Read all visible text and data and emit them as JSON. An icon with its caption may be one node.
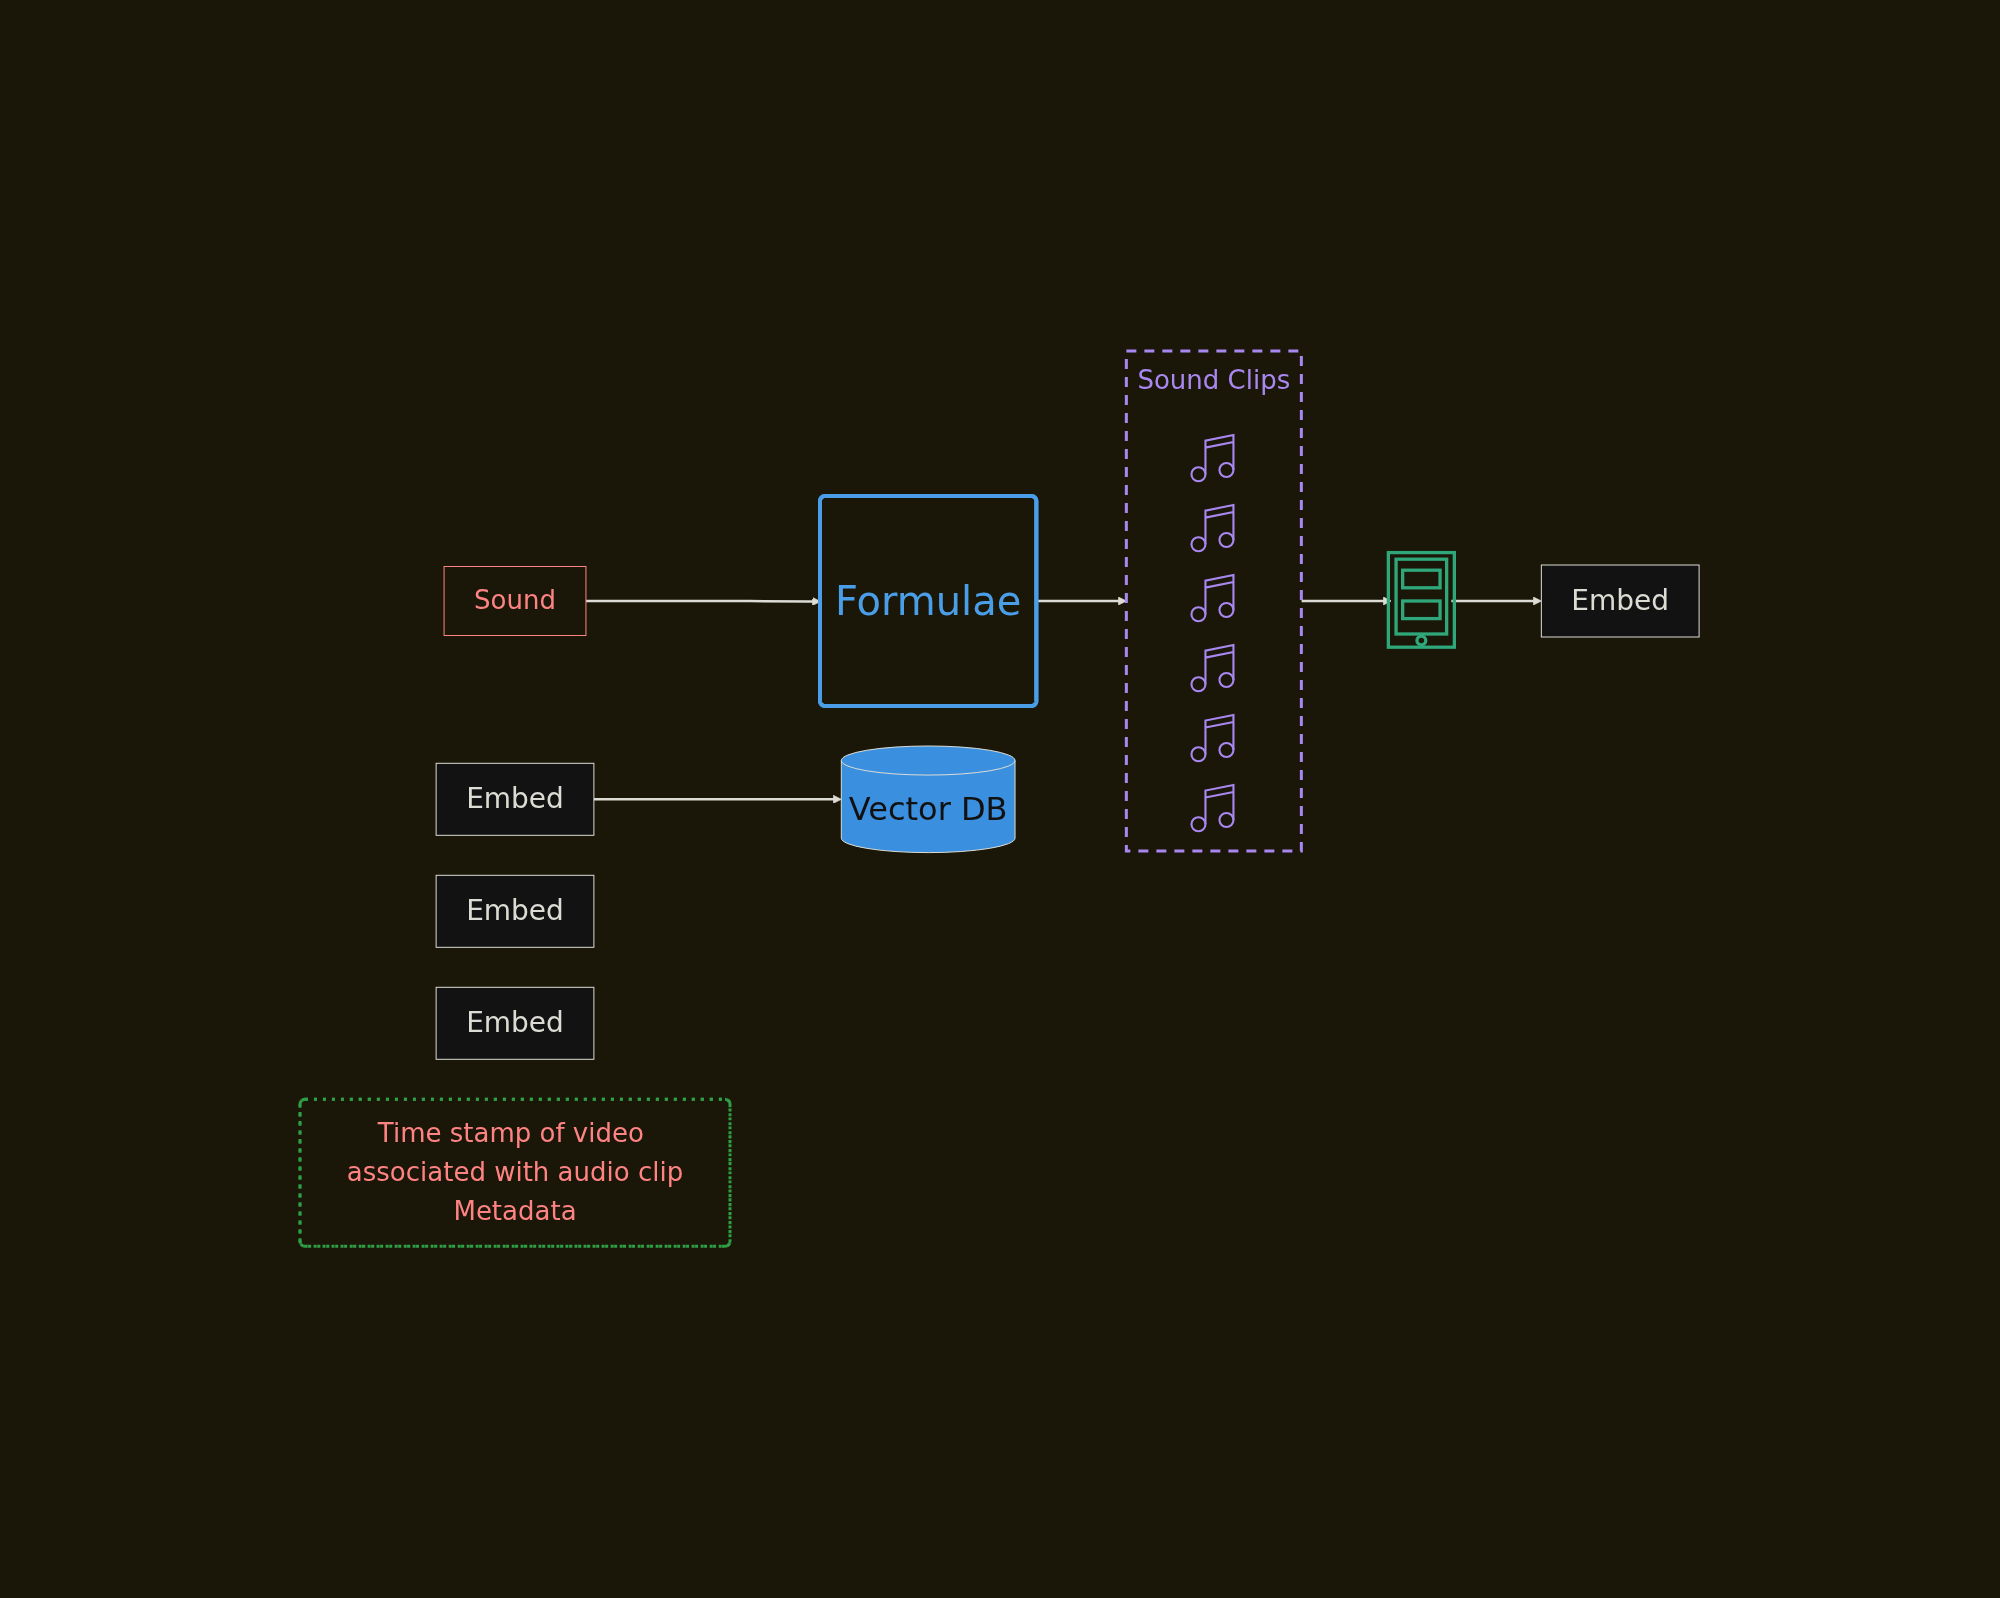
{
  "diagram": {
    "nodes": [
      {
        "text": [
          "Sound"
        ]
      },
      {
        "text": [
          "Formulae"
        ]
      },
      {
        "text": [
          "Sound Clips"
        ]
      },
      {
        "text": [],
        "shape": "picture",
        "in": 2
      },
      {
        "text": [],
        "shape": "picture",
        "in": 2
      },
      {
        "text": [],
        "shape": "picture",
        "in": 2
      },
      {
        "text": [],
        "shape": "picture",
        "in": 2
      },
      {
        "text": [],
        "shape": "picture",
        "in": 2
      },
      {
        "text": [],
        "shape": "picture",
        "in": 2
      },
      {
        "text": [],
        "shape": "picture"
      },
      {
        "text": [
          "Embed"
        ]
      },
      {
        "text": [
          "Embed"
        ]
      },
      {
        "text": [
          "Embed"
        ]
      },
      {
        "text": [
          "Embed"
        ]
      },
      {
        "text": [
          "Time stamp of video associated with audio clip",
          "Metadata"
        ]
      },
      {
        "text": [
          "Vector DB"
        ]
      }
    ],
    "edges": [
      {
        "from": 0,
        "to": 1,
        "arrow": "to"
      },
      {
        "from": 1,
        "to": 2,
        "arrow": "to"
      },
      {
        "from": 2,
        "to": 9,
        "arrow": "to"
      },
      {
        "from": 9,
        "to": 11,
        "arrow": "to"
      },
      {
        "from": 10,
        "to": 15,
        "arrow": "to"
      }
    ]
  }
}
